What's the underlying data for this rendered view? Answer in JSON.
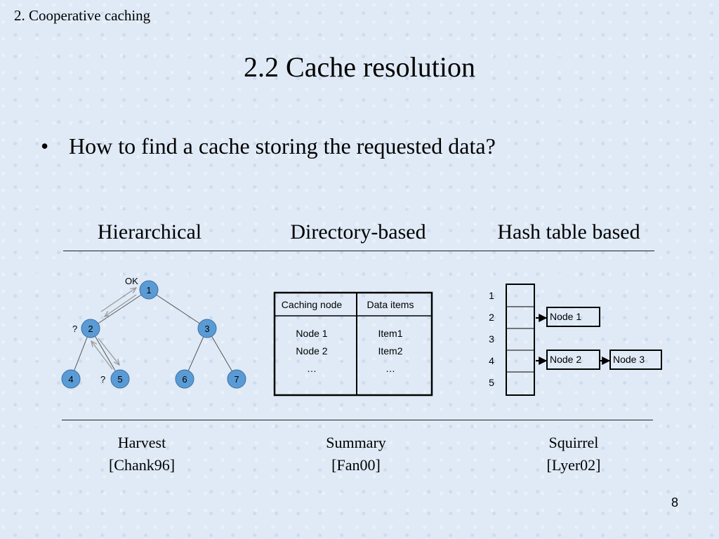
{
  "header": {
    "section": "2. Cooperative caching",
    "title": "2.2 Cache resolution"
  },
  "bullet": {
    "marker": "•",
    "text": "How to find a cache storing the requested data?"
  },
  "columns": [
    {
      "heading": "Hierarchical",
      "name": "Harvest",
      "ref": "[Chank96]"
    },
    {
      "heading": "Directory-based",
      "name": "Summary",
      "ref": "[Fan00]"
    },
    {
      "heading": "Hash table based",
      "name": "Squirrel",
      "ref": "[Lyer02]"
    }
  ],
  "tree": {
    "ok_label": "OK",
    "query_label": "?",
    "nodes": [
      "1",
      "2",
      "3",
      "4",
      "5",
      "6",
      "7"
    ],
    "node_color": "#5b9bd5"
  },
  "directory": {
    "headers": [
      "Caching node",
      "Data items"
    ],
    "rows": [
      [
        "Node 1",
        "Item1"
      ],
      [
        "Node 2",
        "Item2"
      ],
      [
        "…",
        "…"
      ]
    ]
  },
  "hash_table": {
    "indices": [
      "1",
      "2",
      "3",
      "4",
      "5"
    ],
    "buckets": {
      "2": [
        "Node 1"
      ],
      "4": [
        "Node 2",
        "Node 3"
      ]
    }
  },
  "page": {
    "number": "8"
  }
}
